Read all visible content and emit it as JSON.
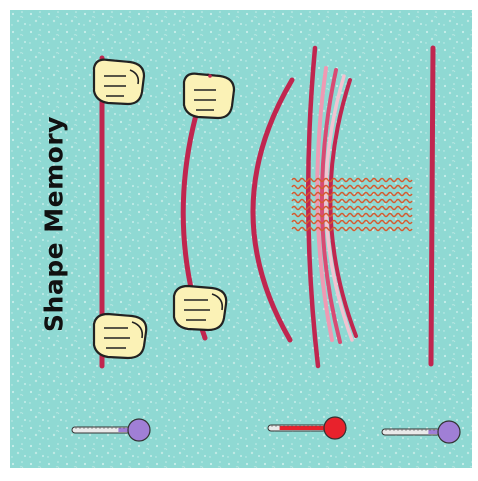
{
  "diagram": {
    "title": "Shape Memory",
    "colors": {
      "background": "#8fd9d3",
      "speckle": "#c9efeb",
      "wire": "#c0264f",
      "wire_light": "#ef9ab3",
      "hand": "#fbf2b6",
      "hand_outline": "#222222",
      "heat_waves": "#d55a2f",
      "thermometer_cold": "#a07fd6",
      "thermometer_hot": "#e8222c"
    },
    "stages": [
      {
        "id": "original",
        "description_icon": "straight-wire"
      },
      {
        "id": "bent-by-hands",
        "description_icon": "hands-bending-wire"
      },
      {
        "id": "deformed",
        "description_icon": "bent-wire"
      },
      {
        "id": "heated",
        "description_icon": "heat-waves-wire"
      },
      {
        "id": "recovered",
        "description_icon": "straight-wire"
      }
    ],
    "thermometers": [
      {
        "state": "cold",
        "level": 0.2
      },
      {
        "state": "hot",
        "level": 0.8
      },
      {
        "state": "cold",
        "level": 0.2
      }
    ]
  }
}
